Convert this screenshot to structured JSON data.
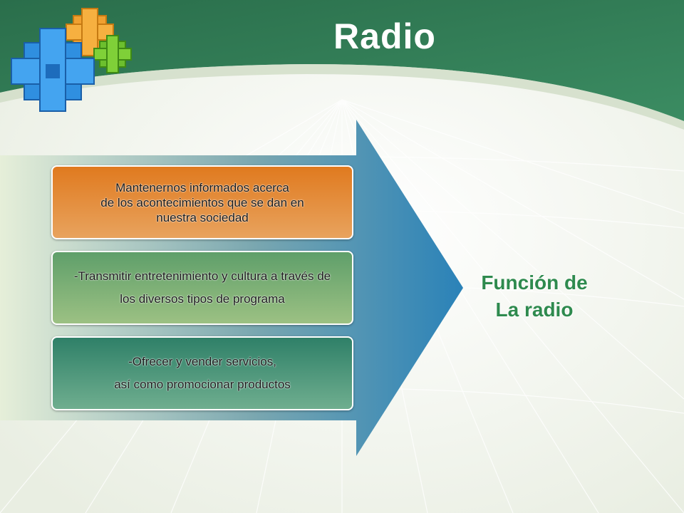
{
  "slide": {
    "title": "Radio",
    "items": [
      {
        "lines": [
          "Mantenernos informados acerca",
          "de los acontecimientos que se dan en",
          "nuestra sociedad"
        ]
      },
      {
        "lines": [
          "-Transmitir entretenimiento y cultura a través de",
          "los diversos tipos de programa"
        ]
      },
      {
        "lines": [
          "-Ofrecer y vender servicios,",
          "así como promocionar productos"
        ]
      }
    ],
    "function_label": {
      "line1": "Función de",
      "line2": "La radio"
    }
  },
  "colors": {
    "header_green": "#2f7a55",
    "orange": "#e07a1f",
    "light_green": "#7eb07a",
    "teal_green": "#4a987a",
    "arrow_blue": "#2f86b8",
    "label_green": "#2e8a4e"
  },
  "icons": [
    "cubes-logo-icon"
  ]
}
